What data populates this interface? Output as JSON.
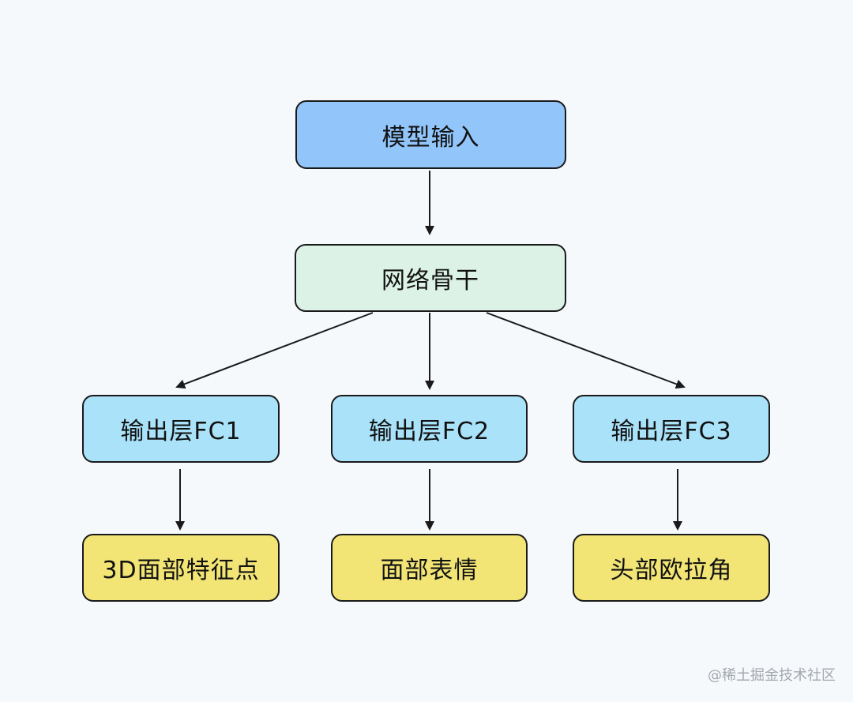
{
  "colors": {
    "background": "#f6f9fc",
    "input_fill": "#92c5f9",
    "backbone_fill": "#dcf2e6",
    "output_layer_fill": "#a9e2f9",
    "result_fill": "#f2e576",
    "border": "#1a1a1a",
    "arrow": "#1a1a1a"
  },
  "nodes": {
    "input": "模型输入",
    "backbone": "网络骨干",
    "fc1": "输出层FC1",
    "fc2": "输出层FC2",
    "fc3": "输出层FC3",
    "out1": "3D面部特征点",
    "out2": "面部表情",
    "out3": "头部欧拉角"
  },
  "edges": [
    {
      "from": "input",
      "to": "backbone"
    },
    {
      "from": "backbone",
      "to": "fc1"
    },
    {
      "from": "backbone",
      "to": "fc2"
    },
    {
      "from": "backbone",
      "to": "fc3"
    },
    {
      "from": "fc1",
      "to": "out1"
    },
    {
      "from": "fc2",
      "to": "out2"
    },
    {
      "from": "fc3",
      "to": "out3"
    }
  ],
  "watermark": "@稀土掘金技术社区"
}
